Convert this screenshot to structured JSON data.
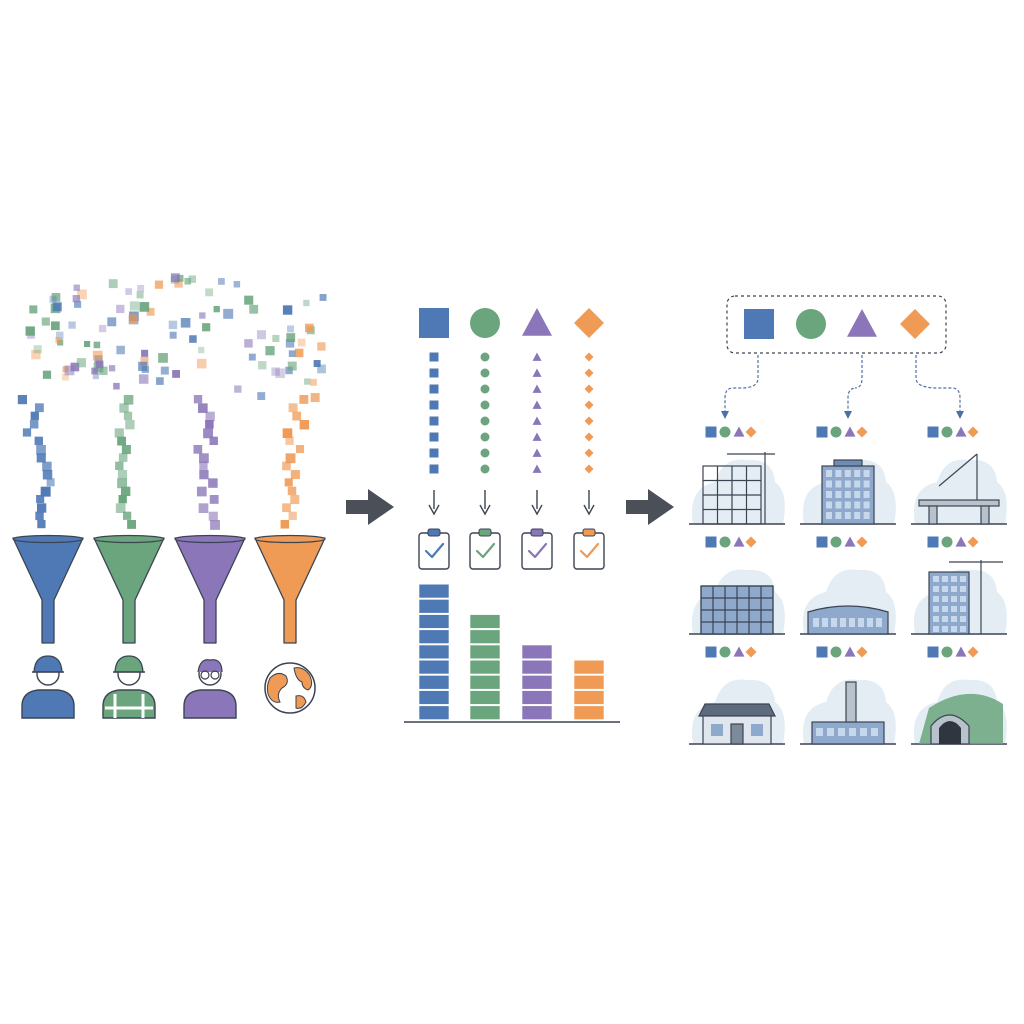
{
  "colors": {
    "blue": "#4f79b5",
    "green": "#6aa57d",
    "purple": "#8a76b8",
    "orange": "#ef9a55",
    "dark": "#4a4f58",
    "line": "#3c4452",
    "fill_light": "#e3edf3",
    "arrow_blue": "#4f6fa8"
  },
  "stages": [
    {
      "name": "collection",
      "sources": [
        {
          "key": "field-engineer",
          "color": "blue",
          "icon": "hard-hat-person-icon"
        },
        {
          "key": "site-worker",
          "color": "green",
          "icon": "safety-vest-person-icon"
        },
        {
          "key": "analyst",
          "color": "purple",
          "icon": "person-with-glasses-icon"
        },
        {
          "key": "public-data",
          "color": "orange",
          "icon": "globe-icon"
        }
      ]
    },
    {
      "name": "classification",
      "categories": [
        {
          "shape": "square",
          "color": "blue",
          "stack_level": 9
        },
        {
          "shape": "circle",
          "color": "green",
          "stack_level": 7
        },
        {
          "shape": "triangle",
          "color": "purple",
          "stack_level": 5
        },
        {
          "shape": "diamond",
          "color": "orange",
          "stack_level": 4
        }
      ]
    },
    {
      "name": "application",
      "category_shapes": [
        "square",
        "circle",
        "triangle",
        "diamond"
      ],
      "projects": [
        {
          "type": "steel-frame-with-crane",
          "icon": "building-frame-icon"
        },
        {
          "type": "glass-office-tower",
          "icon": "office-tower-icon"
        },
        {
          "type": "bridge-with-crane",
          "icon": "bridge-icon"
        },
        {
          "type": "scaffolded-building",
          "icon": "scaffold-building-icon"
        },
        {
          "type": "low-rise-hall",
          "icon": "hall-icon"
        },
        {
          "type": "tower-with-crane",
          "icon": "tower-crane-icon"
        },
        {
          "type": "small-house",
          "icon": "house-icon"
        },
        {
          "type": "factory-with-chimney",
          "icon": "factory-icon"
        },
        {
          "type": "tunnel-entrance",
          "icon": "tunnel-icon"
        }
      ]
    }
  ]
}
